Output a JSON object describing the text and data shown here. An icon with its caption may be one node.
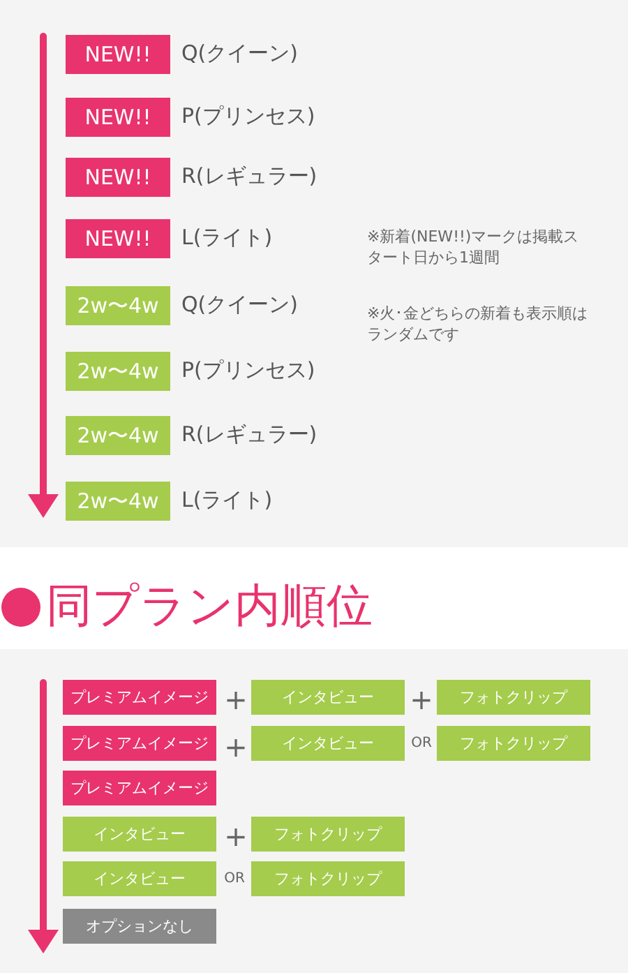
{
  "diagram": {
    "nodes": [
      {
        "text": [
          "NEW!!"
        ],
        "beside": [
          "Q(クイーン)"
        ]
      },
      {
        "text": [
          "NEW!!"
        ],
        "beside": [
          "P(プリンセス)"
        ]
      },
      {
        "text": [
          "NEW!!"
        ],
        "beside": [
          "R(レギュラー)"
        ]
      },
      {
        "text": [
          "NEW!!"
        ],
        "beside": [
          "L(ライト)"
        ]
      },
      {
        "text": [
          "2w〜4w"
        ],
        "beside": [
          "Q(クイーン)"
        ]
      },
      {
        "text": [
          "2w〜4w"
        ],
        "beside": [
          "P(プリンセス)"
        ]
      },
      {
        "text": [
          "2w〜4w"
        ],
        "beside": [
          "R(レギュラー)"
        ]
      },
      {
        "text": [
          "2w〜4w"
        ],
        "beside": [
          "L(ライト)"
        ]
      },
      {
        "text": [
          "プレミアムイメージ"
        ]
      },
      {
        "text": [
          "インタビュー"
        ]
      },
      {
        "text": [
          "フォトクリップ"
        ]
      },
      {
        "text": [
          "プレミアムイメージ"
        ]
      },
      {
        "text": [
          "インタビュー"
        ]
      },
      {
        "text": [
          "フォトクリップ"
        ]
      },
      {
        "text": [
          "プレミアムイメージ"
        ]
      },
      {
        "text": [
          "インタビュー"
        ]
      },
      {
        "text": [
          "フォトクリップ"
        ]
      },
      {
        "text": [
          "インタビュー"
        ]
      },
      {
        "text": [
          "フォトクリップ"
        ]
      },
      {
        "text": [
          "オプションなし"
        ]
      }
    ],
    "edges": [],
    "labels": [
      "※新着(NEW!!)マークは掲載スタート日から1週間",
      "※火･金どちらの新着も表示順はランダムです",
      "同プラン内順位",
      "+",
      "+",
      "+",
      "OR",
      "+",
      "OR"
    ]
  }
}
